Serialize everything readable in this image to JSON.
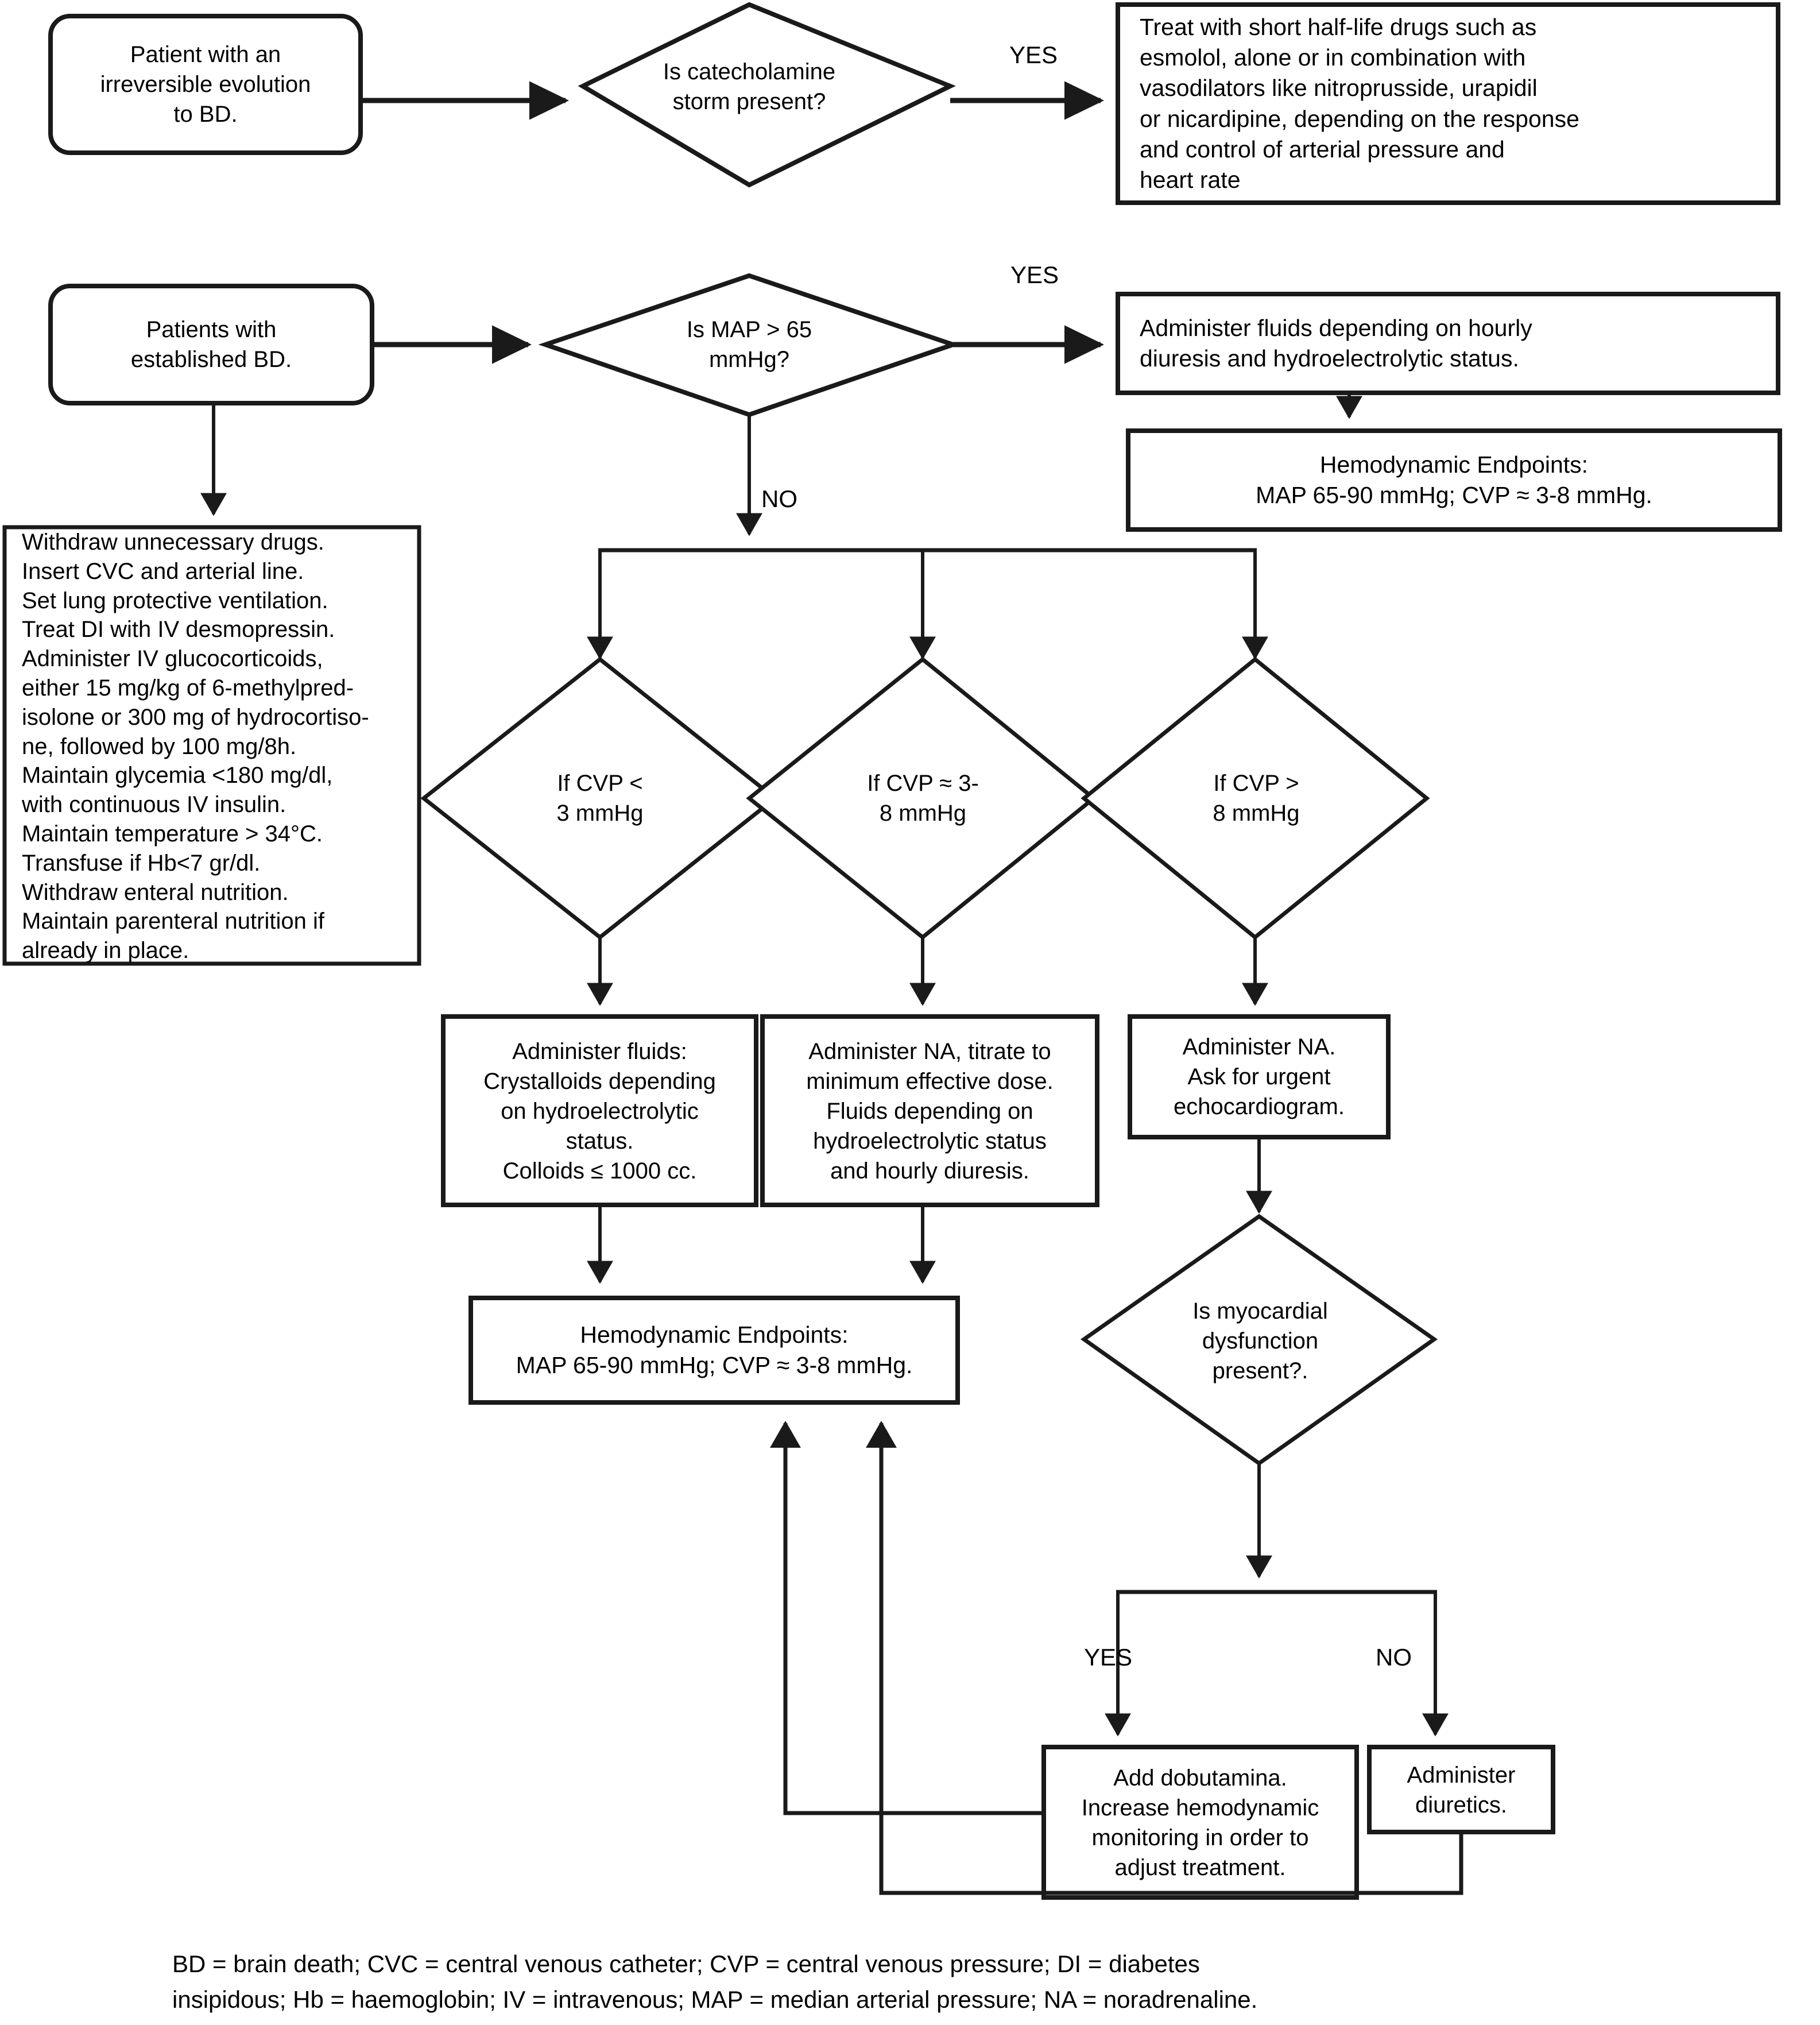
{
  "title": "Hemodynamic management algorithm in brain death",
  "colors": {
    "stroke": "#1a1a1a",
    "fill": "#ffffff",
    "text": "#000000"
  },
  "nodes": {
    "start_irreversible": {
      "label": "Patient with an\nirreversible evolution\nto BD.",
      "shape": "rounded-rectangle"
    },
    "q_catecholamine_storm": {
      "label": "Is catecholamine\nstorm present?",
      "shape": "diamond"
    },
    "treat_storm": {
      "label": "Treat with short half-life drugs such as\nesmolol, alone or in combination with\nvasodilators like nitroprusside, urapidil\nor nicardipine, depending on the response\nand control of arterial pressure and\nheart rate",
      "shape": "rectangle"
    },
    "start_established": {
      "label": "Patients with\nestablished BD.",
      "shape": "rounded-rectangle"
    },
    "q_map": {
      "label": "Is MAP > 65\nmmHg?",
      "shape": "diamond"
    },
    "admin_fluids_hourly": {
      "label": "Administer fluids depending on hourly\ndiuresis and hydroelectrolytic status.",
      "shape": "rectangle"
    },
    "endpoints_right": {
      "label": "Hemodynamic Endpoints:\nMAP 65-90 mmHg; CVP ≈  3-8 mmHg.",
      "shape": "rectangle"
    },
    "general_measures": {
      "label": "Withdraw unnecessary drugs.\nInsert CVC and arterial line.\nSet lung protective ventilation.\nTreat DI with IV desmopressin.\nAdminister IV glucocorticoids,\neither 15 mg/kg of 6-methylpred-\nisolone or 300 mg of hydrocortiso-\nne, followed by 100 mg/8h.\nMaintain glycemia <180 mg/dl,\nwith continuous IV insulin.\nMaintain temperature > 34°C.\nTransfuse if Hb<7 gr/dl.\nWithdraw enteral nutrition.\nMaintain parenteral nutrition if\nalready in place.",
      "shape": "rectangle"
    },
    "q_cvp_low": {
      "label": "If CVP <\n3 mmHg",
      "shape": "diamond"
    },
    "q_cvp_mid": {
      "label": "If CVP ≈ 3-\n8 mmHg",
      "shape": "diamond"
    },
    "q_cvp_high": {
      "label": "If CVP >\n8 mmHg",
      "shape": "diamond"
    },
    "act_fluids_crystalloids": {
      "label": "Administer fluids:\nCrystalloids depending\non hydroelectrolytic\nstatus.\nColloids ≤ 1000 cc.",
      "shape": "rectangle"
    },
    "act_na_titrate": {
      "label": "Administer NA, titrate to\nminimum effective dose.\nFluids depending on\nhydroelectrolytic status\nand hourly diuresis.",
      "shape": "rectangle"
    },
    "act_na_echo": {
      "label": "Administer NA.\nAsk for urgent\nechocardiogram.",
      "shape": "rectangle"
    },
    "endpoints_center": {
      "label": "Hemodynamic Endpoints:\nMAP 65-90 mmHg; CVP ≈  3-8 mmHg.",
      "shape": "rectangle"
    },
    "q_myocardial": {
      "label": "Is myocardial\ndysfunction\npresent?.",
      "shape": "diamond"
    },
    "act_dobutamina": {
      "label": "Add dobutamina.\nIncrease hemodynamic\nmonitoring in order to\nadjust treatment.",
      "shape": "rectangle"
    },
    "act_diuretics": {
      "label": "Administer\ndiuretics.",
      "shape": "rectangle"
    }
  },
  "edge_labels": {
    "storm_yes": "YES",
    "map_yes": "YES",
    "map_no": "NO",
    "myocardial_yes": "YES",
    "myocardial_no": "NO"
  },
  "legend": {
    "line1": "BD = brain death; CVC = central venous catheter; CVP = central venous pressure; DI = diabetes",
    "line2": "insipidous; Hb = haemoglobin; IV = intravenous; MAP = median arterial pressure; NA = noradrenaline."
  }
}
